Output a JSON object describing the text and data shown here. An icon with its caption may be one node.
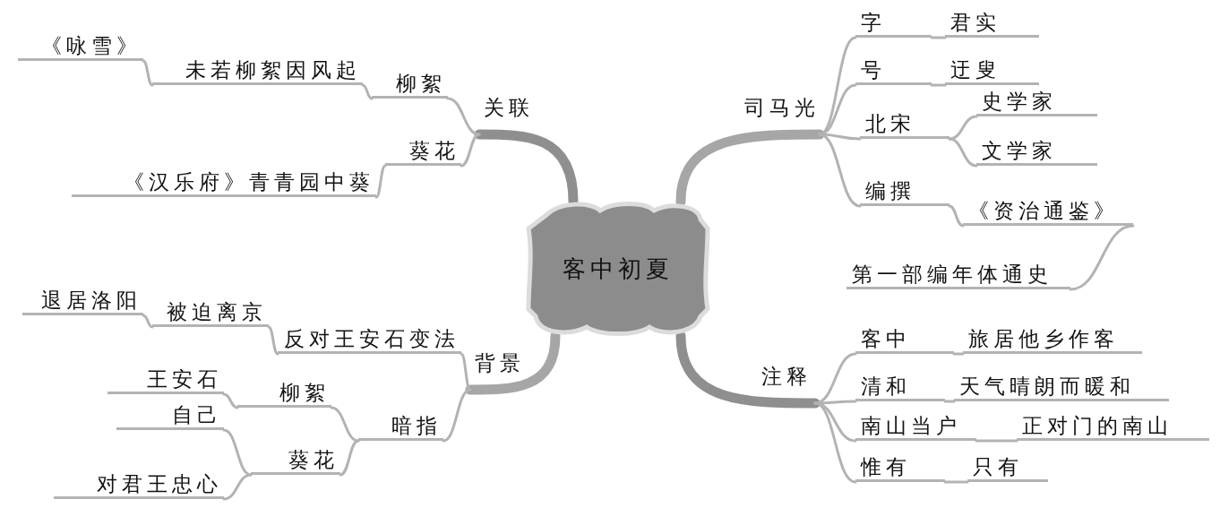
{
  "diagram": {
    "nodes": [
      {
        "text": [
          "客中初夏"
        ]
      },
      {
        "text": [
          "司马光"
        ]
      },
      {
        "text": [
          "字"
        ]
      },
      {
        "text": [
          "君实"
        ]
      },
      {
        "text": [
          "号"
        ]
      },
      {
        "text": [
          "迂叟"
        ]
      },
      {
        "text": [
          "北宋"
        ]
      },
      {
        "text": [
          "史学家"
        ]
      },
      {
        "text": [
          "文学家"
        ]
      },
      {
        "text": [
          "编撰"
        ]
      },
      {
        "text": [
          "《资治通鉴》"
        ]
      },
      {
        "text": [
          "第一部编年体通史"
        ]
      },
      {
        "text": [
          "注释"
        ]
      },
      {
        "text": [
          "客中"
        ]
      },
      {
        "text": [
          "旅居他乡作客"
        ]
      },
      {
        "text": [
          "清和"
        ]
      },
      {
        "text": [
          "天气晴朗而暖和"
        ]
      },
      {
        "text": [
          "南山当户"
        ]
      },
      {
        "text": [
          "正对门的南山"
        ]
      },
      {
        "text": [
          "惟有"
        ]
      },
      {
        "text": [
          "只有"
        ]
      },
      {
        "text": [
          "关联"
        ]
      },
      {
        "text": [
          "柳絮"
        ]
      },
      {
        "text": [
          "未若柳絮因风起"
        ]
      },
      {
        "text": [
          "《咏雪》"
        ]
      },
      {
        "text": [
          "葵花"
        ]
      },
      {
        "text": [
          "《汉乐府》青青园中葵"
        ]
      },
      {
        "text": [
          "背景"
        ]
      },
      {
        "text": [
          "反对王安石变法"
        ]
      },
      {
        "text": [
          "被迫离京"
        ]
      },
      {
        "text": [
          "退居洛阳"
        ]
      },
      {
        "text": [
          "暗指"
        ]
      },
      {
        "text": [
          "柳絮"
        ]
      },
      {
        "text": [
          "王安石"
        ]
      },
      {
        "text": [
          "葵花"
        ]
      },
      {
        "text": [
          "自己"
        ]
      },
      {
        "text": [
          "对君王忠心"
        ]
      }
    ],
    "edges": [
      {
        "from": 0,
        "to": 1,
        "arrow": "none",
        "style": "thick",
        "color": "#a6a6a6"
      },
      {
        "from": 1,
        "to": 2,
        "arrow": "none"
      },
      {
        "from": 2,
        "to": 3,
        "arrow": "none"
      },
      {
        "from": 1,
        "to": 4,
        "arrow": "none"
      },
      {
        "from": 4,
        "to": 5,
        "arrow": "none"
      },
      {
        "from": 1,
        "to": 6,
        "arrow": "none"
      },
      {
        "from": 6,
        "to": 7,
        "arrow": "none"
      },
      {
        "from": 6,
        "to": 8,
        "arrow": "none"
      },
      {
        "from": 1,
        "to": 9,
        "arrow": "none"
      },
      {
        "from": 9,
        "to": 10,
        "arrow": "none"
      },
      {
        "from": 10,
        "to": 11,
        "arrow": "none"
      },
      {
        "from": 0,
        "to": 12,
        "arrow": "none",
        "style": "thick",
        "color": "#8f8f8f"
      },
      {
        "from": 12,
        "to": 13,
        "arrow": "none"
      },
      {
        "from": 13,
        "to": 14,
        "arrow": "none"
      },
      {
        "from": 12,
        "to": 15,
        "arrow": "none"
      },
      {
        "from": 15,
        "to": 16,
        "arrow": "none"
      },
      {
        "from": 12,
        "to": 17,
        "arrow": "none"
      },
      {
        "from": 17,
        "to": 18,
        "arrow": "none"
      },
      {
        "from": 12,
        "to": 19,
        "arrow": "none"
      },
      {
        "from": 19,
        "to": 20,
        "arrow": "none"
      },
      {
        "from": 0,
        "to": 21,
        "arrow": "none",
        "style": "thick",
        "color": "#8f8f8f"
      },
      {
        "from": 21,
        "to": 22,
        "arrow": "none"
      },
      {
        "from": 22,
        "to": 23,
        "arrow": "none"
      },
      {
        "from": 23,
        "to": 24,
        "arrow": "none"
      },
      {
        "from": 21,
        "to": 25,
        "arrow": "none"
      },
      {
        "from": 25,
        "to": 26,
        "arrow": "none"
      },
      {
        "from": 0,
        "to": 27,
        "arrow": "none",
        "style": "thick",
        "color": "#a6a6a6"
      },
      {
        "from": 27,
        "to": 28,
        "arrow": "none"
      },
      {
        "from": 28,
        "to": 29,
        "arrow": "none"
      },
      {
        "from": 29,
        "to": 30,
        "arrow": "none"
      },
      {
        "from": 27,
        "to": 31,
        "arrow": "none"
      },
      {
        "from": 31,
        "to": 32,
        "arrow": "none"
      },
      {
        "from": 32,
        "to": 33,
        "arrow": "none"
      },
      {
        "from": 31,
        "to": 34,
        "arrow": "none"
      },
      {
        "from": 34,
        "to": 35,
        "arrow": "none"
      },
      {
        "from": 34,
        "to": 36,
        "arrow": "none"
      }
    ]
  }
}
